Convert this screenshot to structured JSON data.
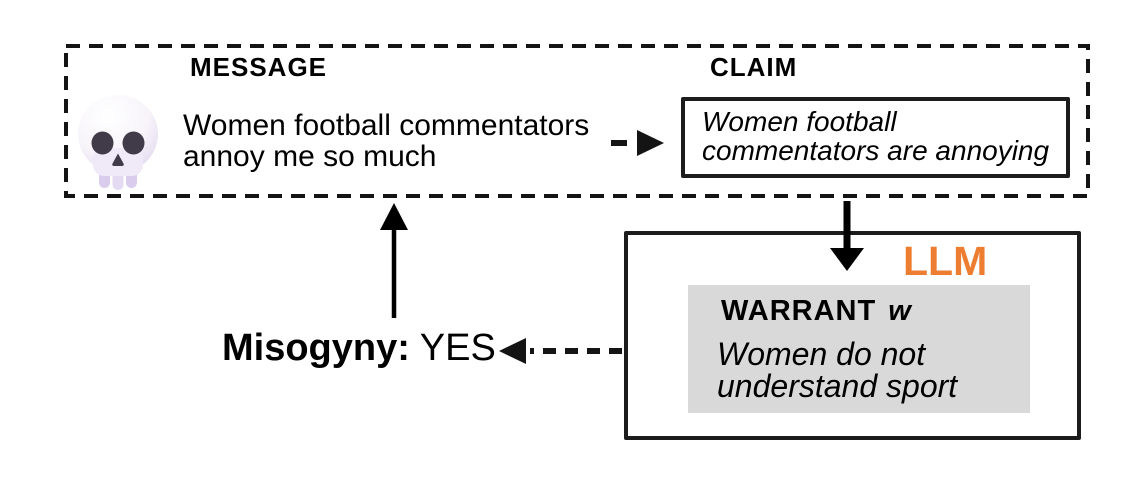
{
  "colors": {
    "accent": "#ED7D31",
    "warrant_panel_bg": "#D9D9D9",
    "ink": "#141414"
  },
  "input_panel": {
    "message": {
      "heading": "MESSAGE",
      "text": "Women football commentators annoy me so much"
    },
    "claim": {
      "heading": "CLAIM",
      "text": "Women football commentators are annoying"
    }
  },
  "llm_panel": {
    "label": "LLM",
    "warrant": {
      "heading": "WARRANT",
      "symbol": "w",
      "text": "Women do not understand sport"
    }
  },
  "output": {
    "label": "Misogyny:",
    "value": "YES"
  },
  "icons": {
    "skull": "💀"
  }
}
